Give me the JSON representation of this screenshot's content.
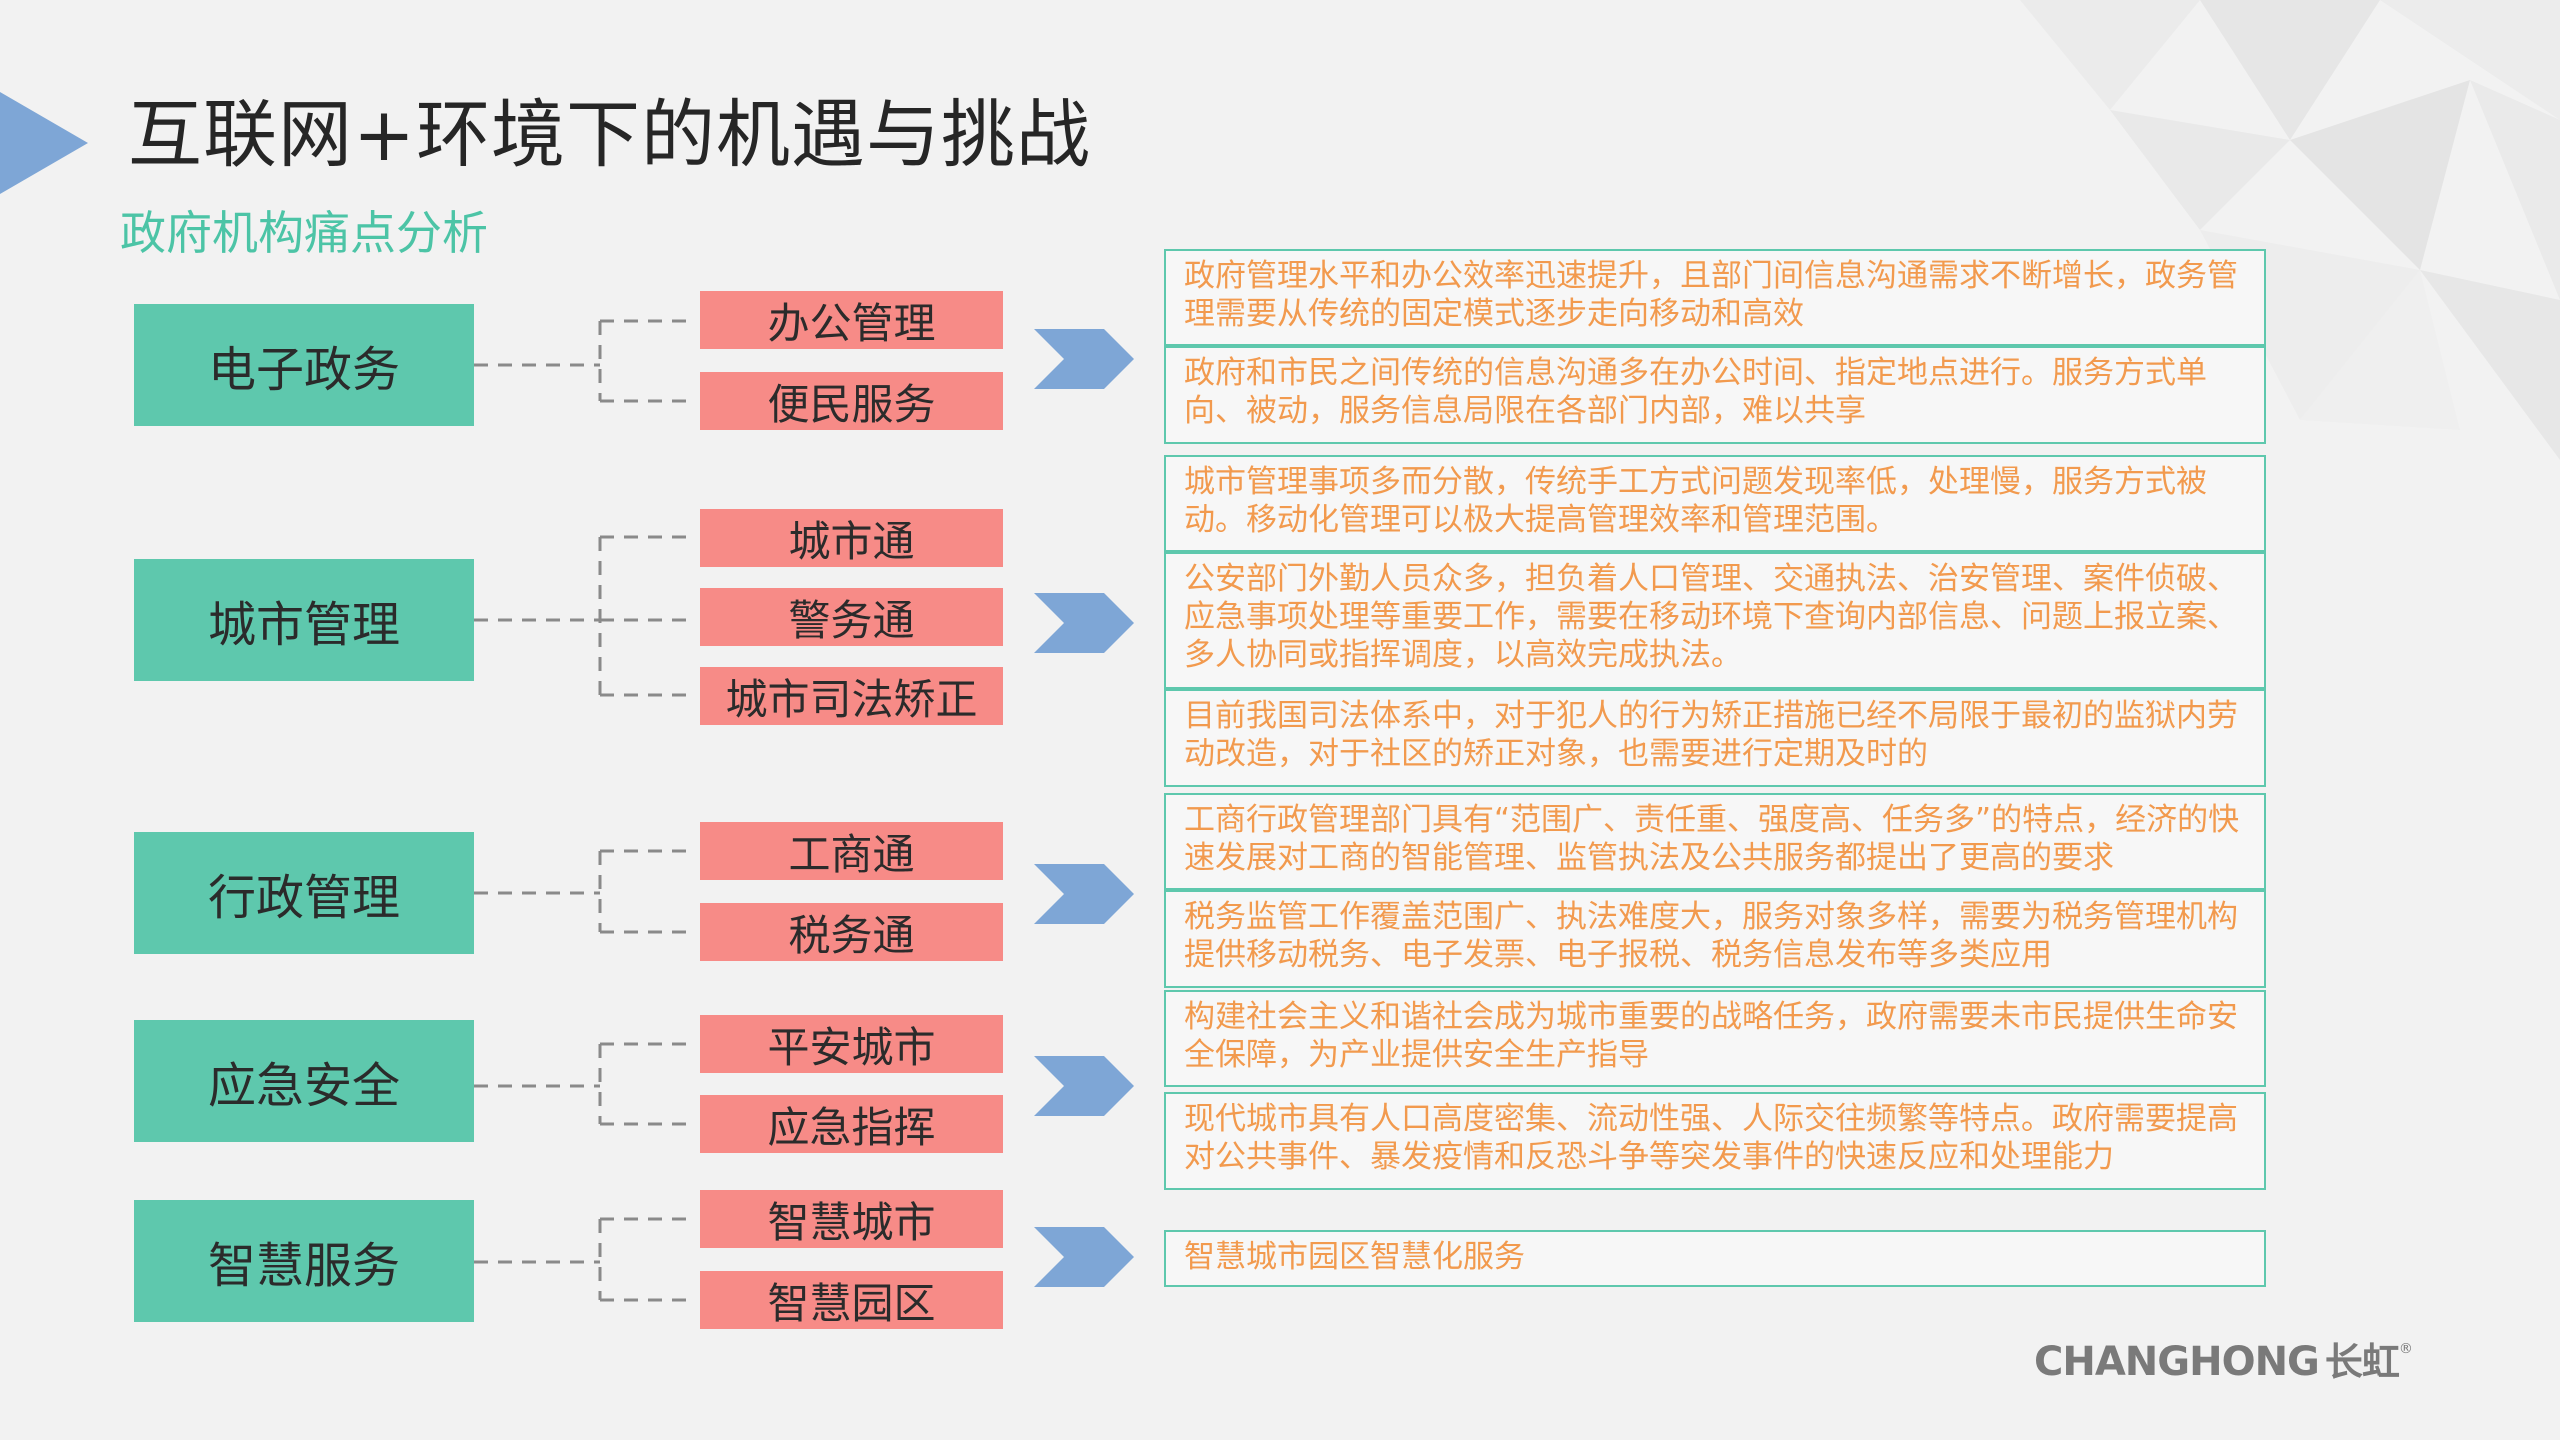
{
  "title": "互联网+环境下的机遇与挑战",
  "subtitle": "政府机构痛点分析",
  "categories": [
    {
      "label": "电子政务",
      "subs": [
        "办公管理",
        "便民服务"
      ]
    },
    {
      "label": "城市管理",
      "subs": [
        "城市通",
        "警务通",
        "城市司法矫正"
      ]
    },
    {
      "label": "行政管理",
      "subs": [
        "工商通",
        "税务通"
      ]
    },
    {
      "label": "应急安全",
      "subs": [
        "平安城市",
        "应急指挥"
      ]
    },
    {
      "label": "智慧服务",
      "subs": [
        "智慧城市",
        "智慧园区"
      ]
    }
  ],
  "descriptions": [
    "政府管理水平和办公效率迅速提升，且部门间信息沟通需求不断增长，政务管理需要从传统的固定模式逐步走向移动和高效",
    "政府和市民之间传统的信息沟通多在办公时间、指定地点进行。服务方式单向、被动，服务信息局限在各部门内部，难以共享",
    "城市管理事项多而分散，传统手工方式问题发现率低，处理慢，服务方式被动。移动化管理可以极大提高管理效率和管理范围。",
    "公安部门外勤人员众多，担负着人口管理、交通执法、治安管理、案件侦破、应急事项处理等重要工作，需要在移动环境下查询内部信息、问题上报立案、多人协同或指挥调度，以高效完成执法。",
    "目前我国司法体系中，对于犯人的行为矫正措施已经不局限于最初的监狱内劳动改造，对于社区的矫正对象，也需要进行定期及时的",
    "工商行政管理部门具有“范围广、责任重、强度高、任务多”的特点，经济的快速发展对工商的智能管理、监管执法及公共服务都提出了更高的要求",
    "税务监管工作覆盖范围广、执法难度大，服务对象多样，需要为税务管理机构提供移动税务、电子发票、电子报税、税务信息发布等多类应用",
    "构建社会主义和谐社会成为城市重要的战略任务，政府需要未市民提供生命安全保障，为产业提供安全生产指导",
    "现代城市具有人口高度密集、流动性强、人际交往频繁等特点。政府需要提高对公共事件、暴发疫情和反恐斗争等突发事件的快速反应和处理能力",
    "智慧城市园区智慧化服务"
  ],
  "logo": {
    "text": "CHANGHONG",
    "cn": "长虹",
    "mark": "®"
  },
  "colors": {
    "category_fill": "#5ec8ad",
    "sub_fill": "#f78b87",
    "arrow": "#7ea6d6",
    "desc_border": "#5ec8ad",
    "desc_text": "#f29a4e",
    "subtitle": "#4cc4a6",
    "title_marker": "#7ea6d6"
  },
  "icons": [
    "title-marker-triangle",
    "chevron-right-arrow"
  ]
}
